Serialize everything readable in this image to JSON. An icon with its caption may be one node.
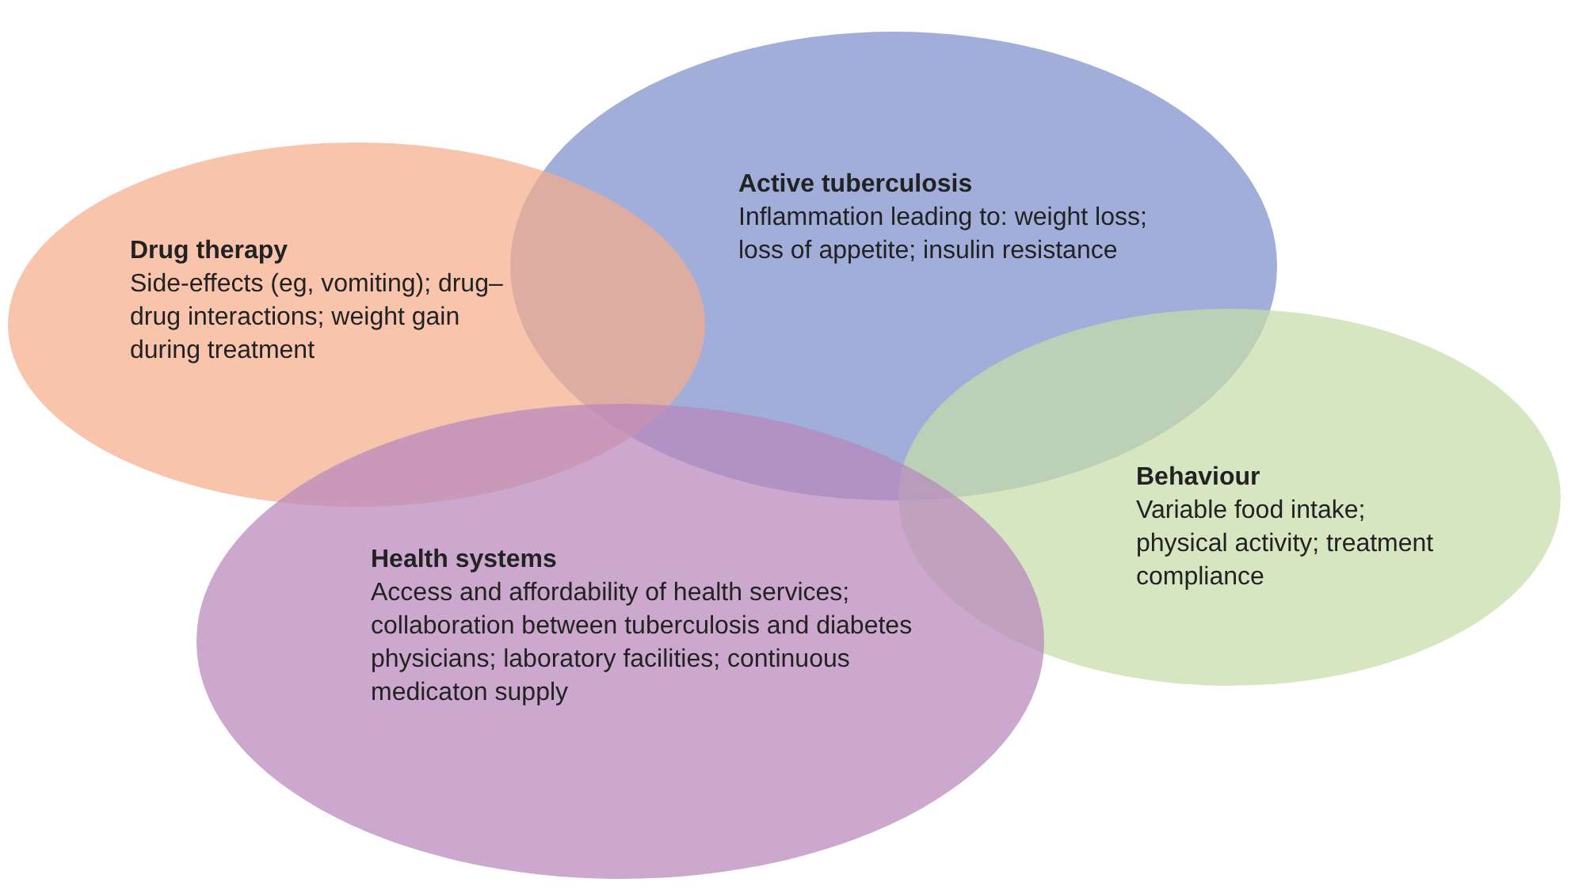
{
  "diagram": {
    "nodes": [
      {
        "text": [
          "Active tuberculosis",
          "Inflammation leading to: weight loss; loss of appetite; insulin resistance"
        ]
      },
      {
        "text": [
          "Drug therapy",
          "Side-effects (eg, vomiting); drug–drug interactions; weight gain during treatment"
        ]
      },
      {
        "text": [
          "Behaviour",
          "Variable food intake; physical activity; treatment compliance"
        ]
      },
      {
        "text": [
          "Health systems",
          "Access and affordability of health services; collaboration between tuberculosis and diabetes physicians; laboratory facilities; continuous medicaton supply"
        ]
      }
    ],
    "edges": []
  }
}
